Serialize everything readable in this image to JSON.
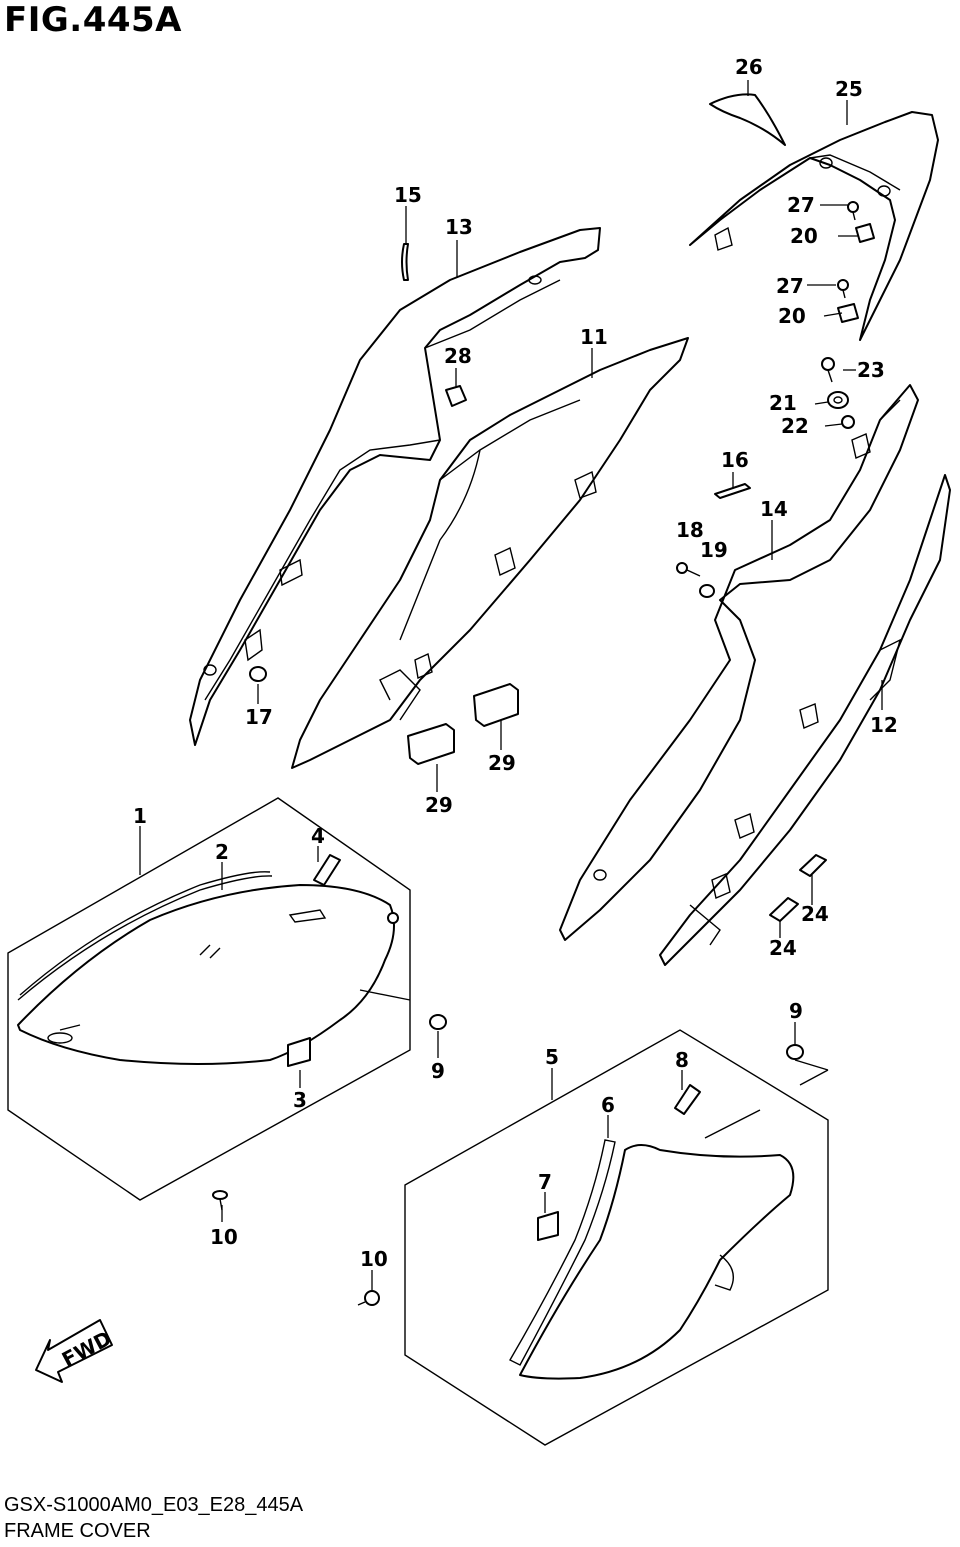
{
  "figure": {
    "title": "FIG.445A",
    "code": "GSX-S1000AM0_E03_E28_445A",
    "name": "FRAME COVER"
  },
  "fwd_label": "FWD",
  "callouts": [
    "1",
    "2",
    "3",
    "4",
    "5",
    "6",
    "7",
    "8",
    "9",
    "9",
    "10",
    "10",
    "11",
    "12",
    "13",
    "14",
    "15",
    "16",
    "17",
    "18",
    "19",
    "20",
    "20",
    "21",
    "22",
    "23",
    "24",
    "24",
    "25",
    "26",
    "27",
    "27",
    "28",
    "29",
    "29"
  ]
}
